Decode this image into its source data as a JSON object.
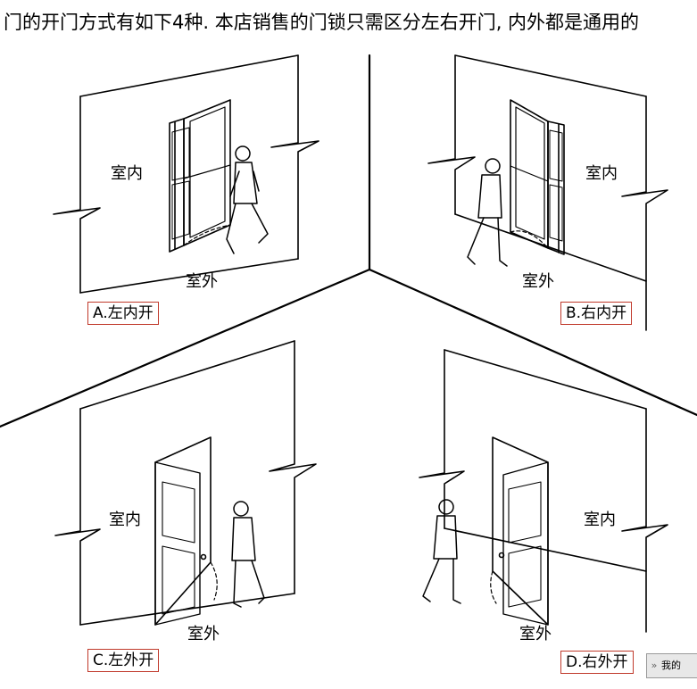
{
  "header": {
    "text": "门的开门方式有如下4种. 本店销售的门锁只需区分左右开门, 内外都是通用的"
  },
  "panels": [
    {
      "indoor": "室内",
      "outdoor": "室外",
      "caption": "A.左内开"
    },
    {
      "indoor": "室内",
      "outdoor": "室外",
      "caption": "B.右内开"
    },
    {
      "indoor": "室内",
      "outdoor": "室外",
      "caption": "C.左外开"
    },
    {
      "indoor": "室内",
      "outdoor": "室外",
      "caption": "D.右外开"
    }
  ],
  "corner_tab": {
    "icon": "double-chevron-icon",
    "chevron": "»",
    "label": "我的"
  },
  "colors": {
    "line": "#000000",
    "caption_border": "#c0392b"
  }
}
